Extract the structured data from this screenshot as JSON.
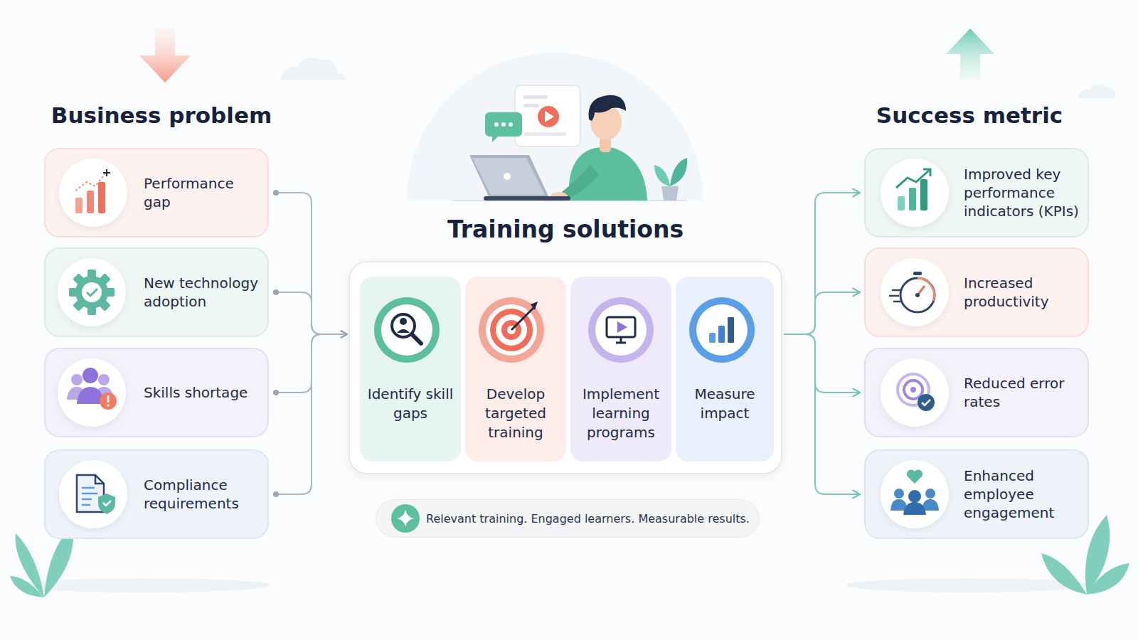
{
  "diagram": {
    "nodes": [
      {
        "text": [
          "Performance gap"
        ]
      },
      {
        "text": [
          "New technology adoption"
        ]
      },
      {
        "text": [
          "Skills shortage"
        ]
      },
      {
        "text": [
          "Compliance requirements"
        ]
      },
      {
        "text": [
          "Training solutions"
        ]
      },
      {
        "text": [
          "Identify skill gaps"
        ],
        "in": 4
      },
      {
        "text": [
          "Develop targeted training"
        ],
        "in": 4
      },
      {
        "text": [
          "Implement learning programs"
        ],
        "in": 4
      },
      {
        "text": [
          "Measure impact"
        ],
        "in": 4
      },
      {
        "text": [
          "Relevant training. Engaged learners. Measurable results."
        ]
      },
      {
        "text": [
          "Improved key performance indicators (KPIs)"
        ]
      },
      {
        "text": [
          "Increased productivity"
        ]
      },
      {
        "text": [
          "Reduced error rates"
        ]
      },
      {
        "text": [
          "Enhanced employee engagement"
        ]
      }
    ],
    "edges": [
      {
        "from": 0,
        "to": 4,
        "arrow": "to"
      },
      {
        "from": 1,
        "to": 4,
        "arrow": "to"
      },
      {
        "from": 2,
        "to": 4,
        "arrow": "to"
      },
      {
        "from": 3,
        "to": 4,
        "arrow": "to"
      },
      {
        "from": 4,
        "to": 10,
        "arrow": "to"
      },
      {
        "from": 4,
        "to": 11,
        "arrow": "to"
      },
      {
        "from": 4,
        "to": 12,
        "arrow": "to"
      },
      {
        "from": 4,
        "to": 13,
        "arrow": "to"
      }
    ],
    "labels": [
      "Business problem",
      "Success metric"
    ]
  }
}
